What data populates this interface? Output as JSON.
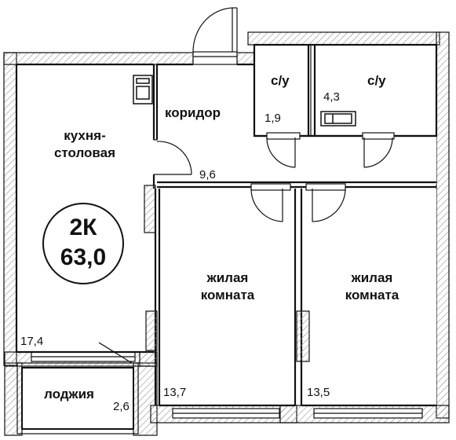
{
  "plan": {
    "badge": {
      "type": "2К",
      "total_area": "63,0"
    },
    "rooms": {
      "kitchen": {
        "name_line1": "кухня-",
        "name_line2": "столовая",
        "area": "17,4"
      },
      "corridor": {
        "name": "коридор",
        "area": "9,6"
      },
      "bath_small": {
        "name": "с/у",
        "area": "1,9"
      },
      "bath_large": {
        "name": "с/у",
        "area": "4,3"
      },
      "living_left": {
        "name_line1": "жилая",
        "name_line2": "комната",
        "area": "13,7"
      },
      "living_right": {
        "name_line1": "жилая",
        "name_line2": "комната",
        "area": "13,5"
      },
      "loggia": {
        "name": "лоджия",
        "area": "2,6"
      }
    }
  },
  "colors": {
    "wall": "#111111",
    "hatch": "#9a9a9a",
    "background": "#ffffff"
  }
}
